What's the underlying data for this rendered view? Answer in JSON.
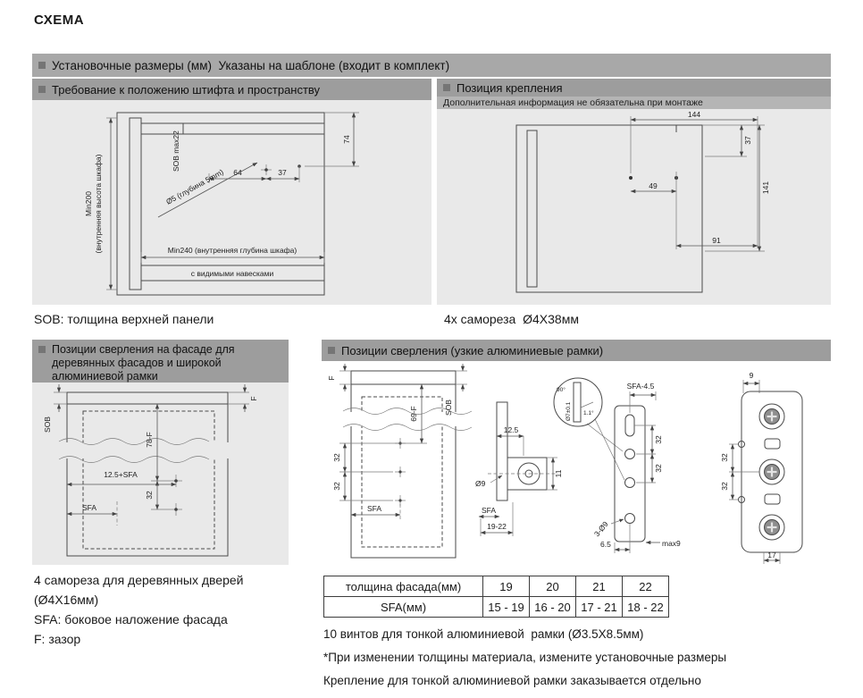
{
  "page": {
    "title": "СХЕМА"
  },
  "header": {
    "text": "Установочные размеры (мм)  Указаны на шаблоне (входит в комплект)"
  },
  "pin_panel": {
    "title": "Требование к положению штифта и пространству",
    "caption": "SOB: толщина верхней панели",
    "dims": {
      "sob_max22": "SOB max22",
      "min200": "Min200",
      "min200_note": "(внутренняя высота шкафа)",
      "drill_note": "Ø5 (глубина 5mm)",
      "d64": "64",
      "d37": "37",
      "d74": "74",
      "min240": "Min240 (внутренняя глубина шкафа)",
      "hinges_note": "с видимыми навесками"
    }
  },
  "mount_panel": {
    "title": "Позиция крепления",
    "subtitle": "Дополнительная информация не обязательна при монтаже",
    "caption": "4x самореза  Ø4X38мм",
    "dims": {
      "d144": "144",
      "d37": "37",
      "d141": "141",
      "d49": "49",
      "d91": "91"
    }
  },
  "facade_panel": {
    "title": "Позиции сверления на фасаде для деревянных фасадов и широкой алюминиевой рамки",
    "dims": {
      "sob": "SOB",
      "f": "F",
      "d78f": "78-F",
      "d32": "32",
      "d125sfa": "12.5+SFA",
      "sfa": "SFA"
    },
    "captions": [
      "4 самореза для деревянных дверей",
      "(Ø4X16мм)",
      "SFA: боковое наложение фасада",
      "F: зазор"
    ]
  },
  "narrow_panel": {
    "title": "Позиции сверления (узкие алюминиевые рамки)",
    "dims": {
      "f": "F",
      "d32": "32",
      "d69f": "69-F",
      "sob": "SOB",
      "sfa": "SFA",
      "d125": "12.5",
      "dia9": "Ø9",
      "d11": "11",
      "d1922": "19-22",
      "dia7": "Ø7±0.1",
      "a11": "1.1°",
      "a90": "90°",
      "sfa45": "SFA-4.5",
      "d3dia9": "3-Ø9",
      "d65": "6.5",
      "max9": "max9",
      "d9": "9",
      "d17": "17"
    }
  },
  "table": {
    "rows": [
      [
        "толщина фасада(мм)",
        "19",
        "20",
        "21",
        "22"
      ],
      [
        "SFA(мм)",
        "15 - 19",
        "16 - 20",
        "17 - 21",
        "18 - 22"
      ]
    ]
  },
  "notes": [
    "10 винтов для тонкой алюминиевой  рамки (Ø3.5X8.5мм)",
    "*При изменении толщины материала, измените установочные размеры",
    "Крепление для тонкой алюминиевой рамки заказывается отдельно"
  ],
  "colors": {
    "header_bar": "#a8a8a8",
    "panel_title": "#9d9d9d",
    "subtitle_bar": "#b5b5b5",
    "panel_body": "#e9e9e9",
    "bullet": "#757575",
    "text": "#1a1a1a"
  }
}
